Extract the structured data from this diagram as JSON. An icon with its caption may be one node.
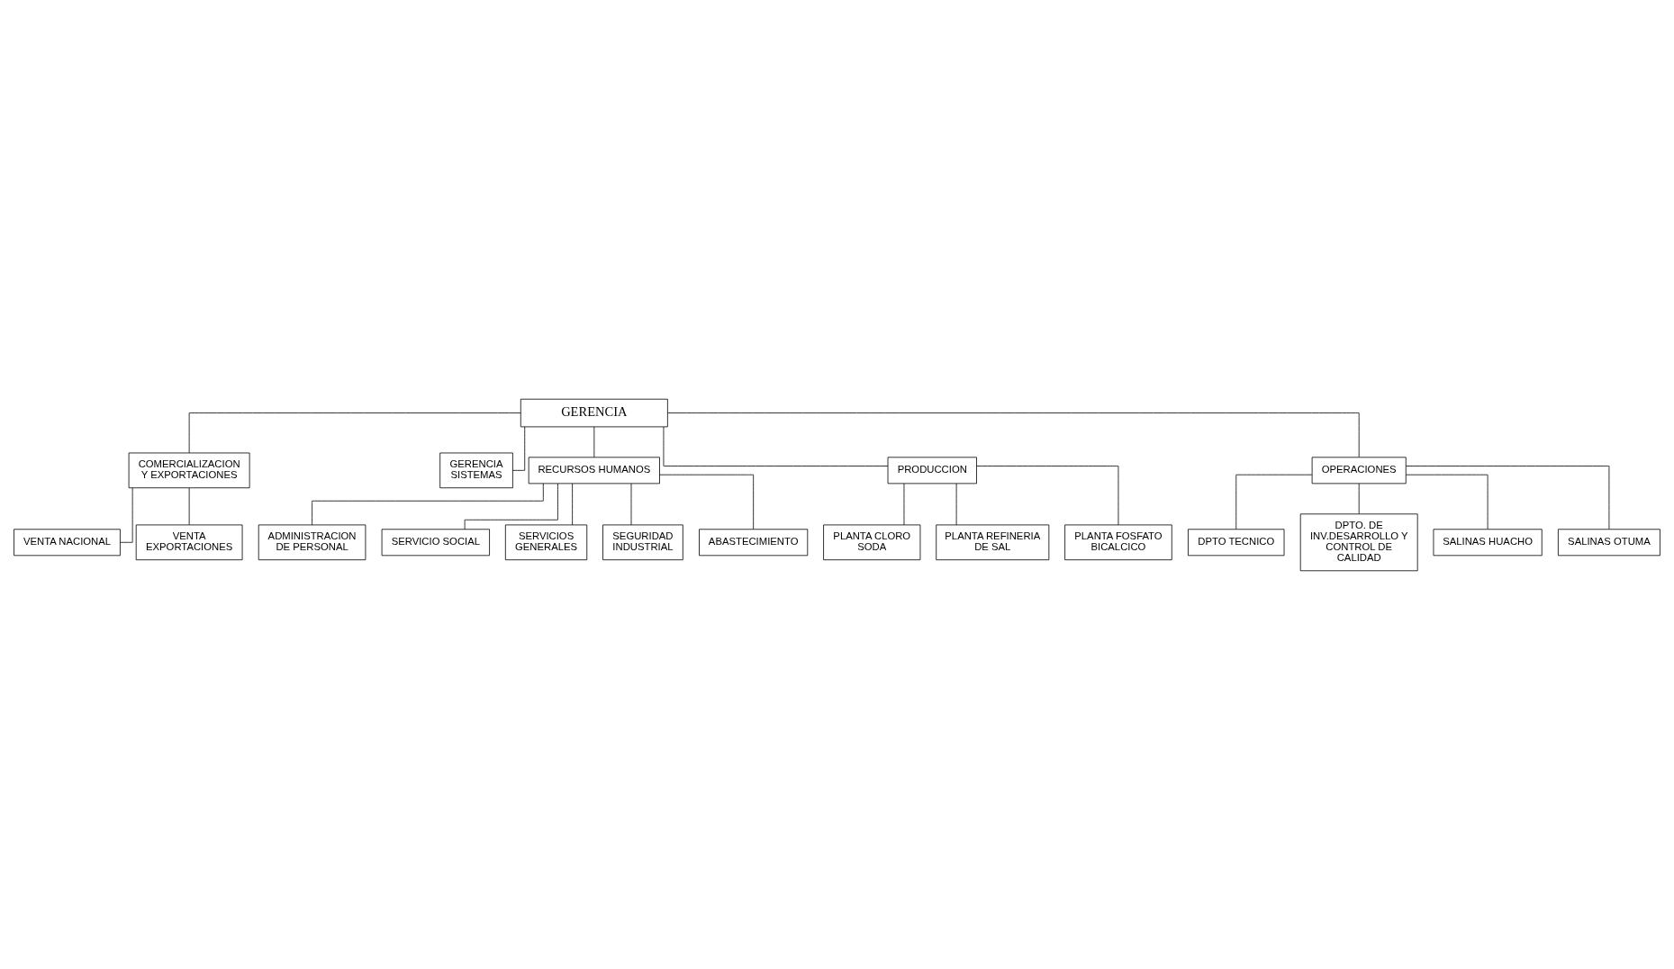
{
  "diagram": {
    "nodes": [
      {
        "text": [
          "GERENCIA"
        ]
      },
      {
        "text": [
          "COMERCIALIZACION Y EXPORTACIONES"
        ]
      },
      {
        "text": [
          "VENTA NACIONAL"
        ]
      },
      {
        "text": [
          "VENTA EXPORTACIONES"
        ]
      },
      {
        "text": [
          "GERENCIA SISTEMAS"
        ]
      },
      {
        "text": [
          "RECURSOS HUMANOS"
        ]
      },
      {
        "text": [
          "ADMINISTRACION DE PERSONAL"
        ]
      },
      {
        "text": [
          "SERVICIO SOCIAL"
        ]
      },
      {
        "text": [
          "SERVICIOS GENERALES"
        ]
      },
      {
        "text": [
          "SEGURIDAD INDUSTRIAL"
        ]
      },
      {
        "text": [
          "ABASTECIMIENTO"
        ]
      },
      {
        "text": [
          "PRODUCCION"
        ]
      },
      {
        "text": [
          "PLANTA CLORO SODA"
        ]
      },
      {
        "text": [
          "PLANTA REFINERIA DE SAL"
        ]
      },
      {
        "text": [
          "PLANTA FOSFATO BICALCICO"
        ]
      },
      {
        "text": [
          "OPERACIONES"
        ]
      },
      {
        "text": [
          "DPTO TECNICO"
        ]
      },
      {
        "text": [
          "DPTO. DE INV.DESARROLLO Y CONTROL DE CALIDAD"
        ]
      },
      {
        "text": [
          "SALINAS HUACHO"
        ]
      },
      {
        "text": [
          "SALINAS OTUMA"
        ]
      }
    ],
    "edges": [
      {
        "from": 0,
        "to": 1,
        "arrow": "none"
      },
      {
        "from": 0,
        "to": 4,
        "arrow": "none"
      },
      {
        "from": 0,
        "to": 5,
        "arrow": "none"
      },
      {
        "from": 0,
        "to": 11,
        "arrow": "none"
      },
      {
        "from": 0,
        "to": 15,
        "arrow": "none"
      },
      {
        "from": 1,
        "to": 2,
        "arrow": "none"
      },
      {
        "from": 1,
        "to": 3,
        "arrow": "none"
      },
      {
        "from": 5,
        "to": 6,
        "arrow": "none"
      },
      {
        "from": 5,
        "to": 7,
        "arrow": "none"
      },
      {
        "from": 5,
        "to": 8,
        "arrow": "none"
      },
      {
        "from": 5,
        "to": 9,
        "arrow": "none"
      },
      {
        "from": 5,
        "to": 10,
        "arrow": "none"
      },
      {
        "from": 11,
        "to": 12,
        "arrow": "none"
      },
      {
        "from": 11,
        "to": 13,
        "arrow": "none"
      },
      {
        "from": 11,
        "to": 14,
        "arrow": "none"
      },
      {
        "from": 15,
        "to": 16,
        "arrow": "none"
      },
      {
        "from": 15,
        "to": 17,
        "arrow": "none"
      },
      {
        "from": 15,
        "to": 18,
        "arrow": "none"
      },
      {
        "from": 15,
        "to": 19,
        "arrow": "none"
      }
    ]
  }
}
